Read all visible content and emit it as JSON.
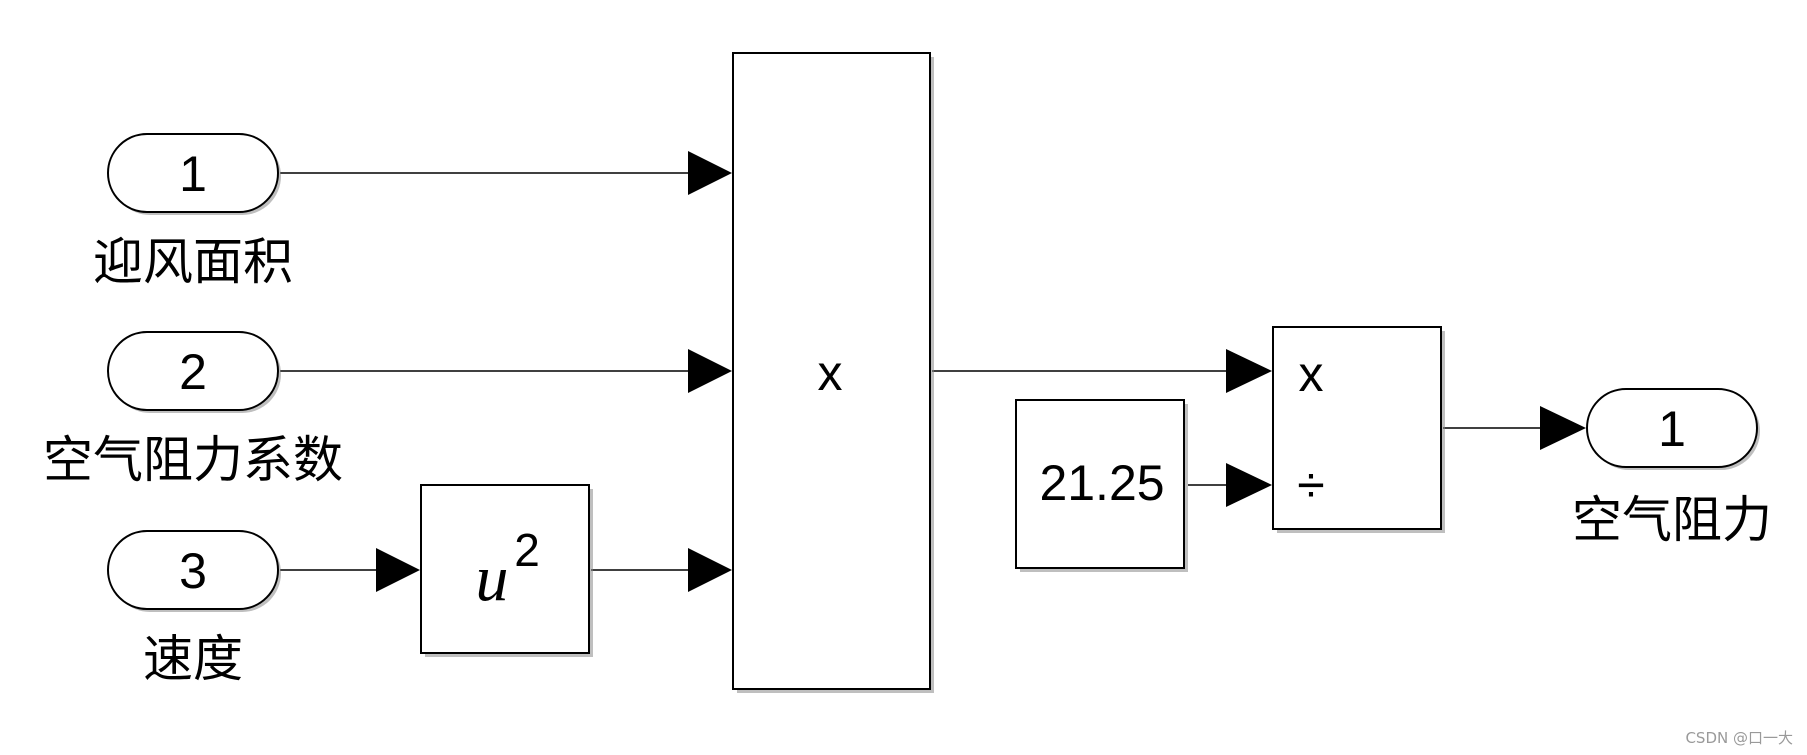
{
  "inports": [
    {
      "number": "1",
      "name": "迎风面积"
    },
    {
      "number": "2",
      "name": "空气阻力系数"
    },
    {
      "number": "3",
      "name": "速度"
    }
  ],
  "math_block": {
    "base": "u",
    "exponent": "2"
  },
  "product_block": {
    "operator": "x"
  },
  "constant_block": {
    "value": "21.25"
  },
  "divide_block": {
    "operators": [
      "x",
      "÷"
    ]
  },
  "outport": {
    "number": "1",
    "name": "空气阻力"
  },
  "watermark": "CSDN @口一大"
}
